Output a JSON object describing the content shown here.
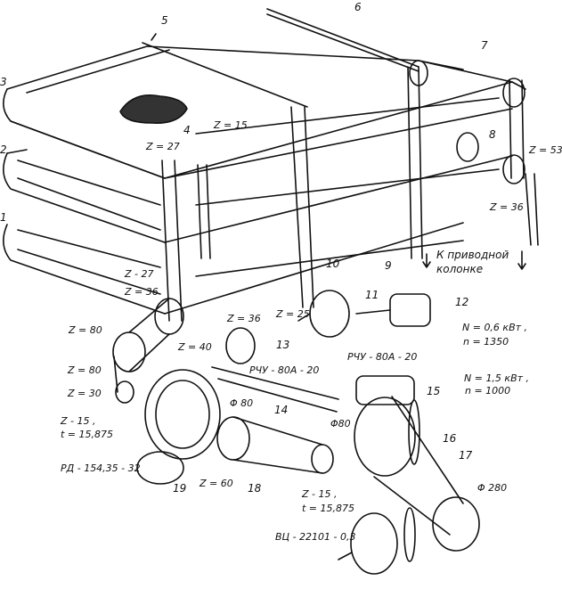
{
  "part_numbers": [
    "1",
    "2",
    "3",
    "4",
    "5",
    "6",
    "7",
    "8",
    "9",
    "10",
    "11",
    "12",
    "13",
    "14",
    "15",
    "16",
    "17",
    "18",
    "19"
  ],
  "callouts": {
    "z27_top": "Z = 27",
    "z15_top": "Z = 15",
    "z53": "Z = 53",
    "z36_right": "Z = 36",
    "z27_left": "Z - 27",
    "z36_left": "Z = 36",
    "z25": "Z = 25",
    "z80_a": "Z = 80",
    "z40": "Z = 40",
    "z36_mid": "Z = 36",
    "z80_b": "Z = 80",
    "z30": "Z = 30",
    "z15_bottom": "Z - 15 ,",
    "t_bottom": "t = 15,875",
    "z60": "Z = 60",
    "z15_mid": "Z - 15 ,",
    "t_mid": "t = 15,875",
    "phi80_top": "Φ 80",
    "phi80_mid": "Φ80",
    "phi280": "Φ 280",
    "rchu_left": "РЧУ - 80А - 20",
    "rchu_right": "РЧУ - 80А - 20",
    "rd": "РД - 154,35 - 32",
    "vts": "ВЦ - 22101 - 0,3"
  },
  "motor_small": {
    "power": "N = 0,6 кВт ,",
    "speed": "n = 1350"
  },
  "motor_large": {
    "power": "N = 1,5 кВт ,",
    "speed": "n = 1000"
  },
  "drive_note": {
    "line1": "К приводной",
    "line2": "колонке"
  }
}
